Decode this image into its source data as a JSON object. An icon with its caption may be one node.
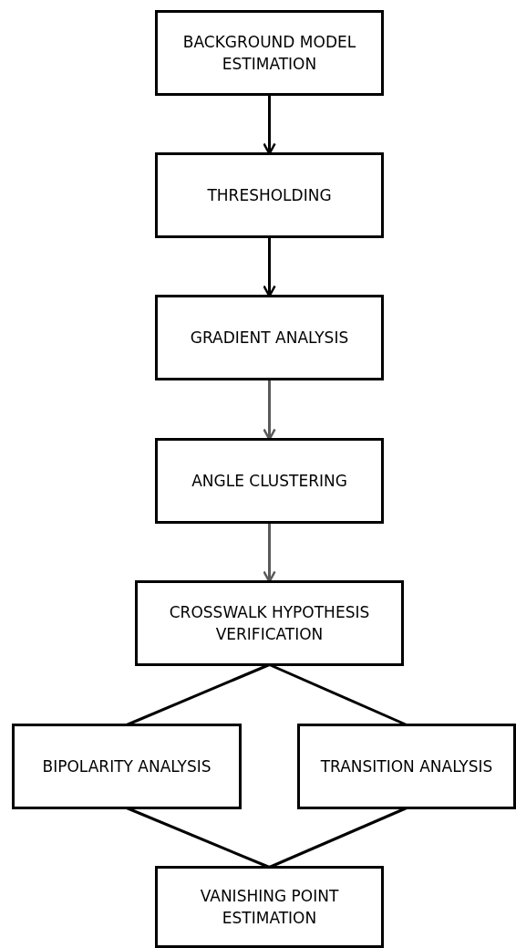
{
  "diagram": {
    "nodes": [
      {
        "text": [
          "BACKGROUND MODEL ESTIMATION"
        ]
      },
      {
        "text": [
          "THRESHOLDING"
        ]
      },
      {
        "text": [
          "GRADIENT ANALYSIS"
        ]
      },
      {
        "text": [
          "ANGLE CLUSTERING"
        ]
      },
      {
        "text": [
          "CROSSWALK HYPOTHESIS VERIFICATION"
        ]
      },
      {
        "text": [
          "BIPOLARITY ANALYSIS"
        ]
      },
      {
        "text": [
          "TRANSITION ANALYSIS"
        ]
      },
      {
        "text": [
          "VANISHING POINT ESTIMATION"
        ]
      }
    ],
    "edges": [
      {
        "from": 0,
        "to": 1,
        "arrow": "to"
      },
      {
        "from": 1,
        "to": 2,
        "arrow": "to"
      },
      {
        "from": 2,
        "to": 3,
        "arrow": "to",
        "color": "#5a5a5a"
      },
      {
        "from": 3,
        "to": 4,
        "arrow": "to",
        "color": "#5a5a5a"
      },
      {
        "from": 4,
        "to": 5,
        "arrow": "none"
      },
      {
        "from": 4,
        "to": 6,
        "arrow": "none"
      },
      {
        "from": 5,
        "to": 7,
        "arrow": "none"
      },
      {
        "from": 6,
        "to": 7,
        "arrow": "none"
      }
    ]
  }
}
